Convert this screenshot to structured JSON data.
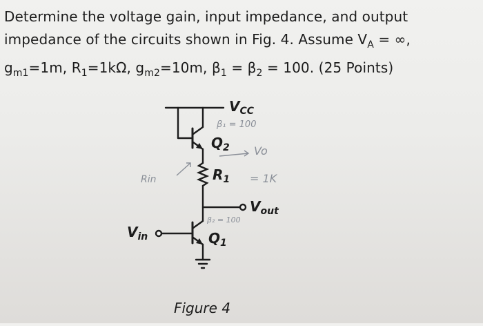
{
  "problem": {
    "line1": "Determine the voltage gain, input impedance, and output",
    "line2": "impedance of the circuits shown in Fig. 4. Assume V",
    "line2_sub": "A",
    "line2_end": " = ∞,",
    "line3_parts": [
      {
        "t": "g",
        "sub": "m1"
      },
      {
        "t": "=1m, R"
      },
      {
        "sub": "1"
      },
      {
        "t": "=1kΩ, g"
      },
      {
        "sub": "m2"
      },
      {
        "t": "=10m, β"
      },
      {
        "sub": "1"
      },
      {
        "t": " = β"
      },
      {
        "sub": "2"
      },
      {
        "t": " = 100. (25 Points)"
      }
    ]
  },
  "circuit": {
    "vcc": "V",
    "vcc_sub": "CC",
    "q2": "Q",
    "q2_sub": "2",
    "r1": "R",
    "r1_sub": "1",
    "vout": "V",
    "vout_sub": "out",
    "vin": "V",
    "vin_sub": "in",
    "q1": "Q",
    "q1_sub": "1"
  },
  "handwritten": {
    "beta1": "β₁ = 100",
    "vo": "Vo",
    "r1_value": "= 1K",
    "rin": "Rin",
    "beta2": "β₂ = 100"
  },
  "caption": "Figure 4",
  "colors": {
    "ink": "#1c1c1c",
    "pencil": "#8a8f98"
  }
}
